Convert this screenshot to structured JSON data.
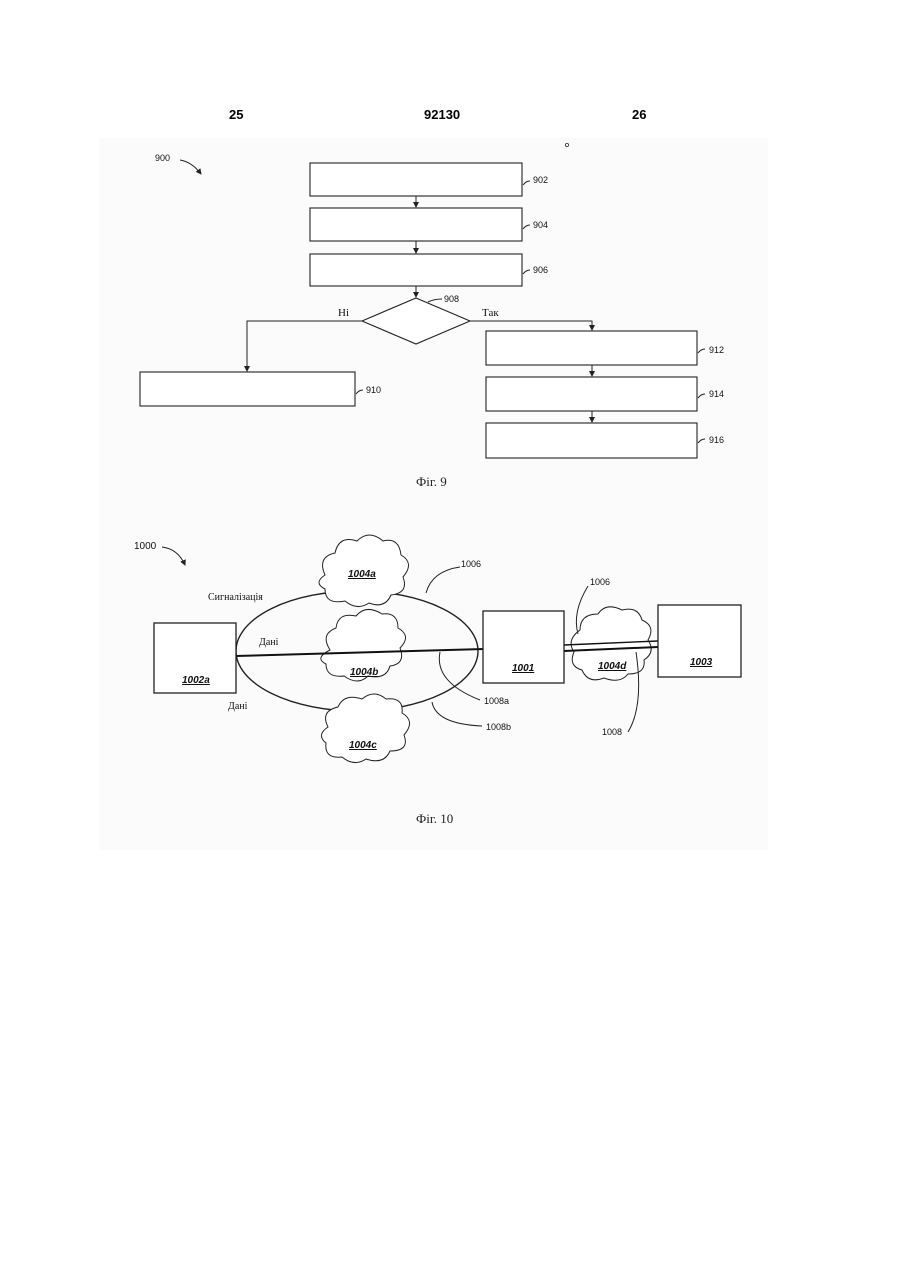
{
  "page_header": {
    "left": "25",
    "center": "92130",
    "right": "26"
  },
  "figure9": {
    "ref": "900",
    "steps": [
      "902",
      "904",
      "906",
      "912",
      "914",
      "916",
      "910"
    ],
    "decision_ref": "908",
    "no_label": "Ні",
    "yes_label": "Так",
    "caption": "Фіг. 9"
  },
  "figure10": {
    "ref": "1000",
    "signaling_label": "Сигналізація",
    "data_label_top": "Дані",
    "data_label_bottom": "Дані",
    "node_2a": "1002a",
    "node_1": "1001",
    "node_3": "1003",
    "cloud_a": "1004a",
    "cloud_b": "1004b",
    "cloud_c": "1004c",
    "cloud_d": "1004d",
    "ref_1006_left": "1006",
    "ref_1006_right": "1006",
    "ref_1008a": "1008a",
    "ref_1008b": "1008b",
    "ref_1008": "1008",
    "caption": "Фіг. 10"
  }
}
